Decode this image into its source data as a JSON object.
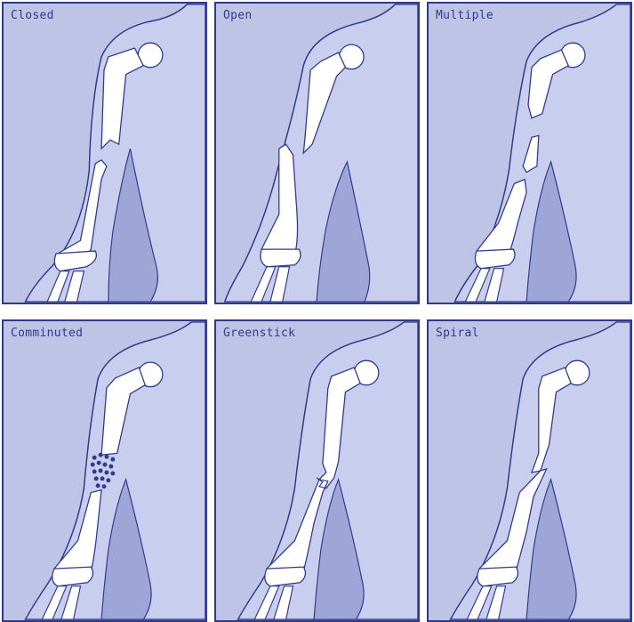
{
  "panels": [
    {
      "id": "closed",
      "label": "Closed"
    },
    {
      "id": "open",
      "label": "Open"
    },
    {
      "id": "multiple",
      "label": "Multiple"
    },
    {
      "id": "comminuted",
      "label": "Comminuted"
    },
    {
      "id": "greenstick",
      "label": "Greenstick"
    },
    {
      "id": "spiral",
      "label": "Spiral"
    }
  ],
  "colors": {
    "background": "#bfc3e6",
    "arm": "#c9cdee",
    "muscle": "#9ea6d8",
    "outline": "#2f3a8a",
    "bone": "#ffffff"
  }
}
